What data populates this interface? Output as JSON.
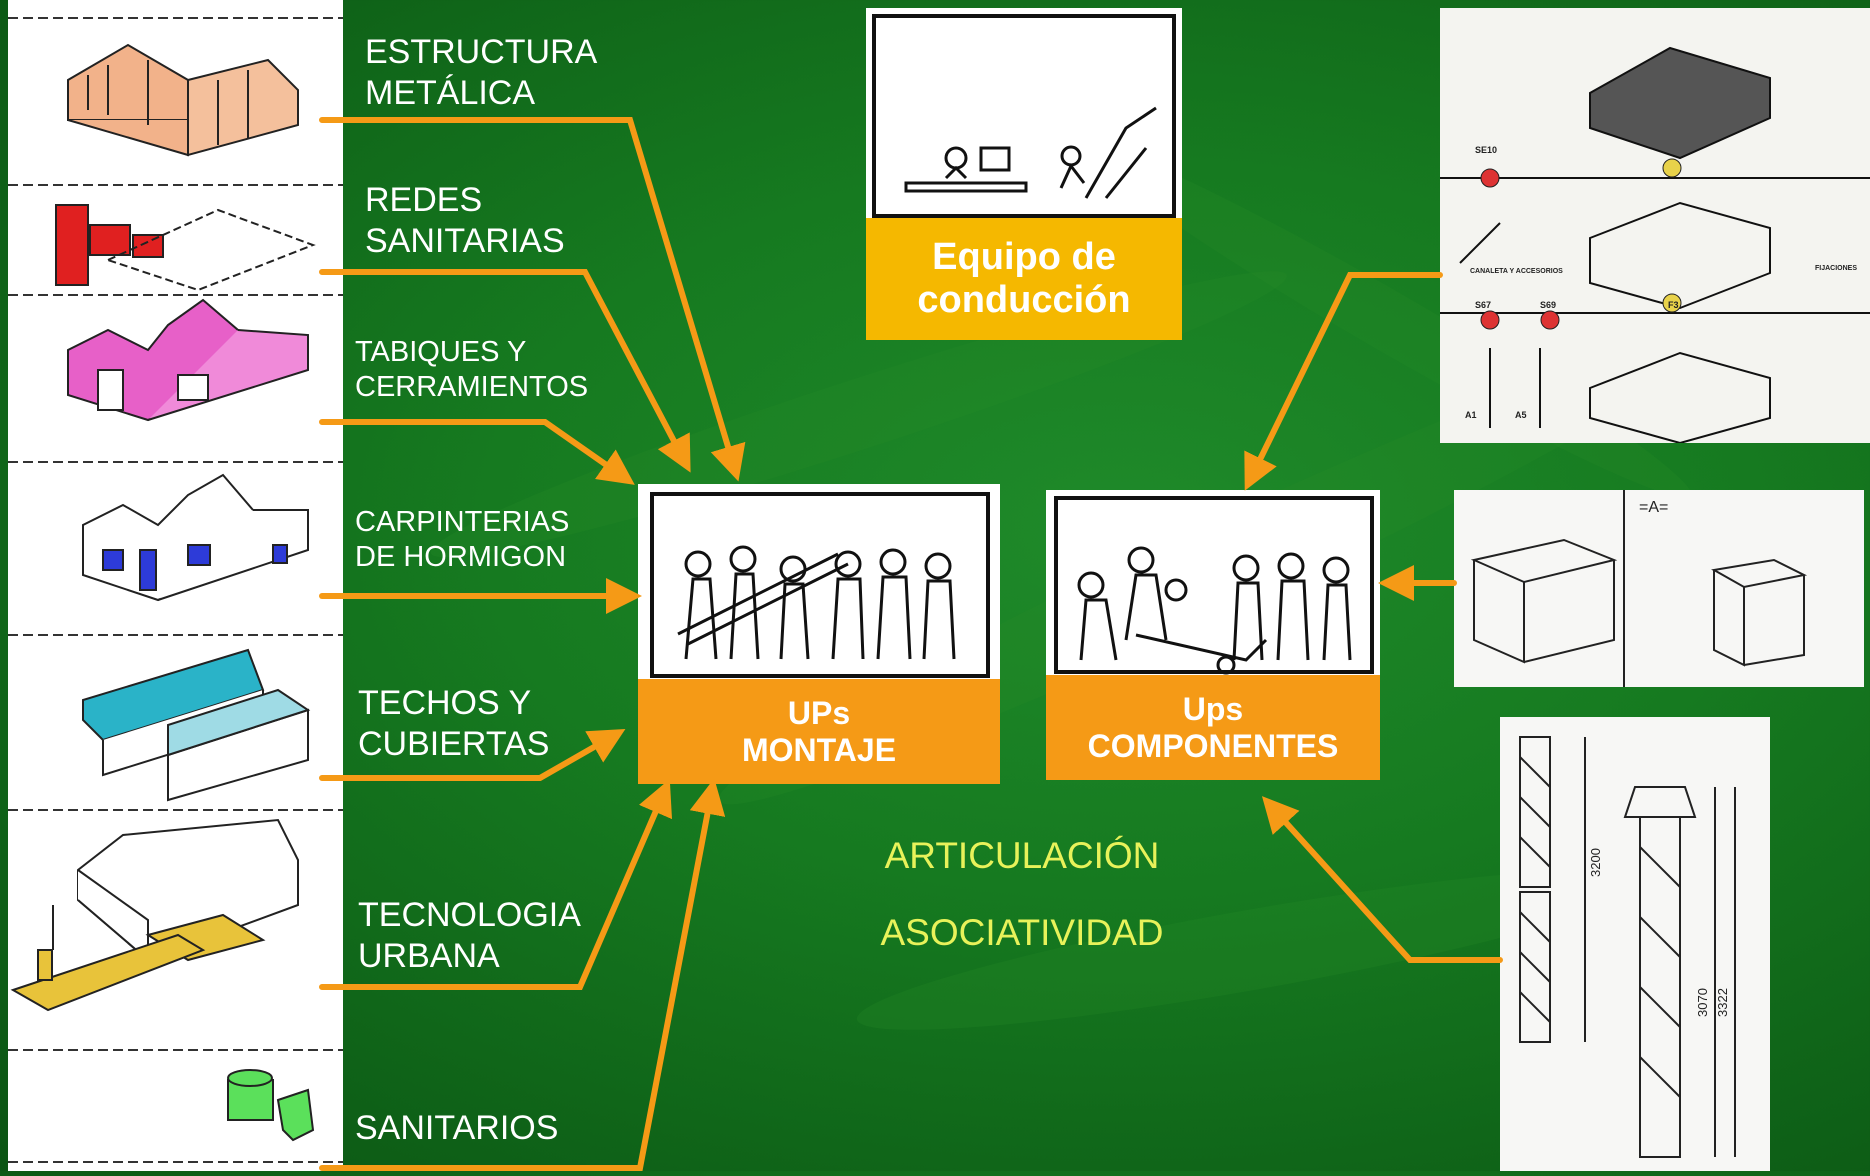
{
  "categories": [
    {
      "lines": [
        "ESTRUCTURA",
        "METÁLICA"
      ],
      "color": "#f2b28a",
      "icon": "steel-frame-house"
    },
    {
      "lines": [
        "REDES",
        "SANITARIAS"
      ],
      "color": "#e02020",
      "icon": "plumbing-network"
    },
    {
      "lines": [
        "TABIQUES Y",
        "CERRAMIENTOS"
      ],
      "color": "#e760c8",
      "icon": "walls-house"
    },
    {
      "lines": [
        "CARPINTERIAS",
        "DE HORMIGON"
      ],
      "color": "#2d3bd8",
      "icon": "concrete-frames-house"
    },
    {
      "lines": [
        "TECHOS Y",
        "CUBIERTAS"
      ],
      "color": "#2ab3c8",
      "icon": "roof-house"
    },
    {
      "lines": [
        "TECNOLOGIA",
        "URBANA"
      ],
      "color": "#e8c33a",
      "icon": "urban-technology-house"
    },
    {
      "lines": [
        "SANITARIOS"
      ],
      "color": "#5be05b",
      "icon": "sanitary-fixtures"
    }
  ],
  "equipo": {
    "line1": "Equipo de",
    "line2": "conducción",
    "color": "#f5b800"
  },
  "montaje": {
    "line1": "UPs",
    "line2": "MONTAJE",
    "color": "#f59a16"
  },
  "componentes": {
    "line1": "Ups",
    "line2": "COMPONENTES",
    "color": "#f59a16"
  },
  "center": {
    "articulacion": "ARTICULACIÓN",
    "asociatividad": "ASOCIATIVIDAD"
  },
  "right_drawings": {
    "exploded_labels": [
      "SE10",
      "S67",
      "S69",
      "F3",
      "A1",
      "A5",
      "CANALETA Y ACCESORIOS",
      "FIJACIONES"
    ],
    "detail_label": "=A=",
    "column_dims": [
      "3200",
      "3070",
      "3322"
    ]
  },
  "arrow_color": "#f59a16"
}
